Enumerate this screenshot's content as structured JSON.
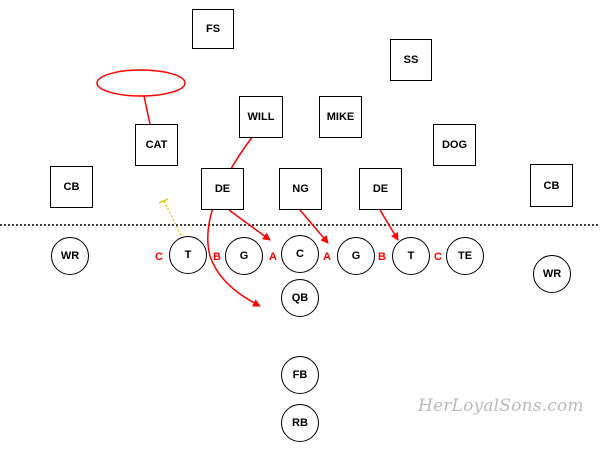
{
  "defense": {
    "fs": "FS",
    "ss": "SS",
    "will": "WILL",
    "mike": "MIKE",
    "cat": "CAT",
    "dog": "DOG",
    "cb_left": "CB",
    "cb_right": "CB",
    "de_left": "DE",
    "ng": "NG",
    "de_right": "DE"
  },
  "offense": {
    "wr_left": "WR",
    "lt": "T",
    "lg": "G",
    "center": "C",
    "rg": "G",
    "rt": "T",
    "te": "TE",
    "wr_right": "WR",
    "qb": "QB",
    "fb": "FB",
    "rb": "RB"
  },
  "gaps": {
    "c_left": "C",
    "b_left": "B",
    "a_left": "A",
    "a_right": "A",
    "b_right": "B",
    "c_right": "C"
  },
  "watermark": "HerLoyalSons.com",
  "colors": {
    "rush_arrow": "#ff0000",
    "gap_label": "#ff0000",
    "blitz_path": "#ff0000",
    "zone_drop": "#ff0000",
    "coverage_line": "#e6c800",
    "line_of_scrimmage": "#000000",
    "watermark": "#b9b9b9"
  }
}
